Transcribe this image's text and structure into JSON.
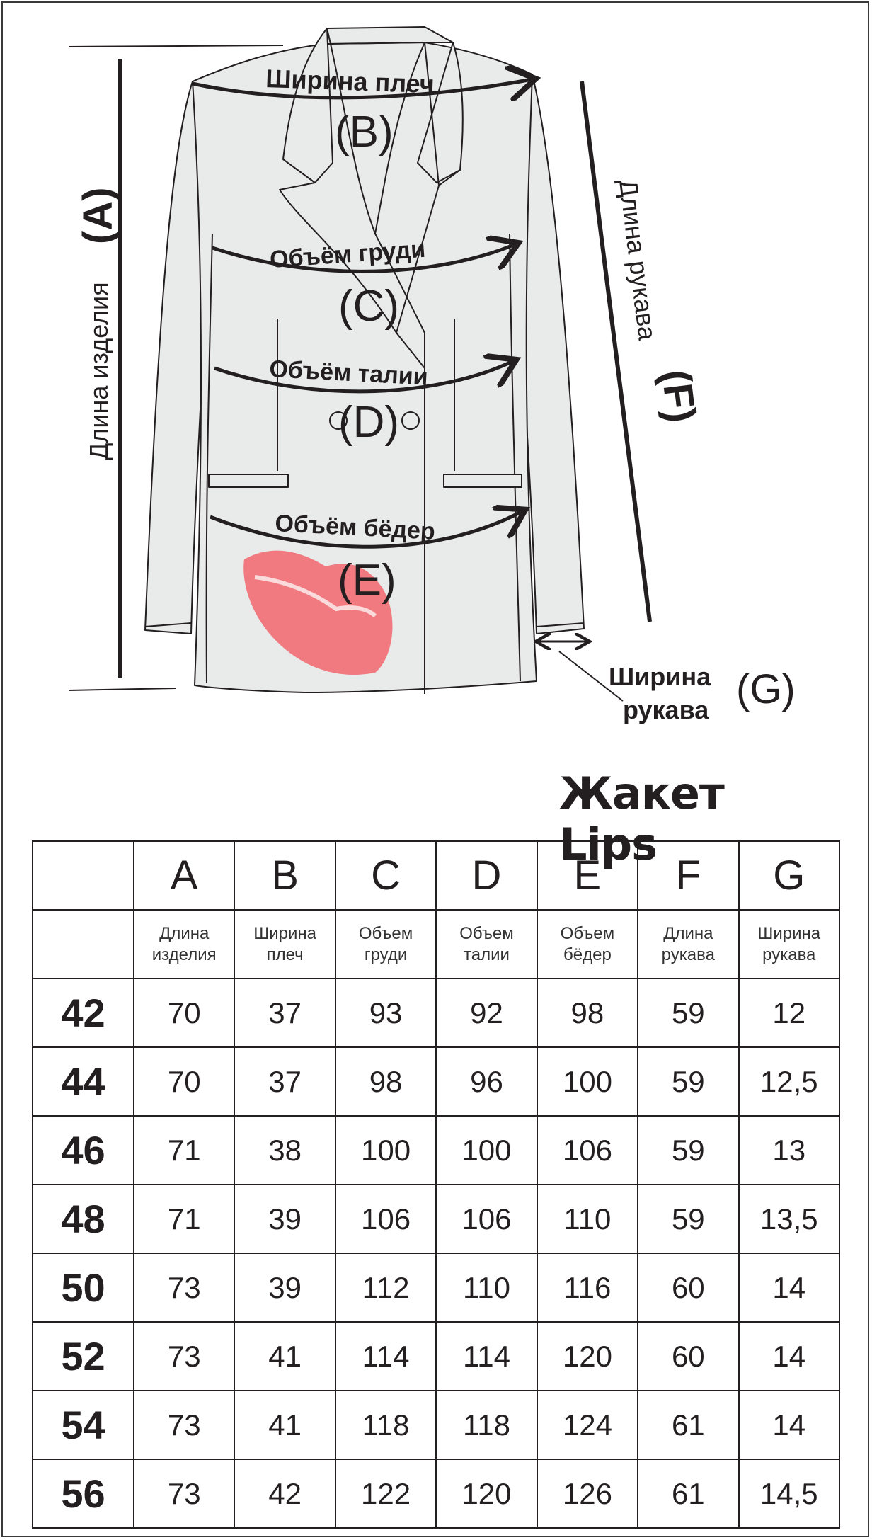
{
  "diagram": {
    "labels": {
      "A_text": "Длина изделия",
      "A_letter": "(A)",
      "B_text": "Ширина плеч",
      "B_letter": "(B)",
      "C_text": "Объём груди",
      "C_letter": "(C)",
      "D_text": "Объём талии",
      "D_letter": "(D)",
      "E_text": "Объём бёдер",
      "E_letter": "(E)",
      "F_text": "Длина рукава",
      "F_letter": "(F)",
      "G_line1": "Ширина",
      "G_line2": "рукава",
      "G_letter": "(G)"
    },
    "colors": {
      "jacket_fill": "#e9eaea",
      "lips": "#f07a7f",
      "stroke": "#231f20"
    },
    "icons": [
      "jacket-sketch",
      "lips-print",
      "measurement-arrow"
    ]
  },
  "product_title": "Жакет Lips",
  "table": {
    "columns": [
      {
        "letter": "A",
        "desc_line1": "Длина",
        "desc_line2": "изделия"
      },
      {
        "letter": "B",
        "desc_line1": "Ширина",
        "desc_line2": "плеч"
      },
      {
        "letter": "C",
        "desc_line1": "Объем",
        "desc_line2": "груди"
      },
      {
        "letter": "D",
        "desc_line1": "Объем",
        "desc_line2": "талии"
      },
      {
        "letter": "E",
        "desc_line1": "Объем",
        "desc_line2": "бёдер"
      },
      {
        "letter": "F",
        "desc_line1": "Длина",
        "desc_line2": "рукава"
      },
      {
        "letter": "G",
        "desc_line1": "Ширина",
        "desc_line2": "рукава"
      }
    ],
    "rows": [
      {
        "size": "42",
        "values": [
          "70",
          "37",
          "93",
          "92",
          "98",
          "59",
          "12"
        ]
      },
      {
        "size": "44",
        "values": [
          "70",
          "37",
          "98",
          "96",
          "100",
          "59",
          "12,5"
        ]
      },
      {
        "size": "46",
        "values": [
          "71",
          "38",
          "100",
          "100",
          "106",
          "59",
          "13"
        ]
      },
      {
        "size": "48",
        "values": [
          "71",
          "39",
          "106",
          "106",
          "110",
          "59",
          "13,5"
        ]
      },
      {
        "size": "50",
        "values": [
          "73",
          "39",
          "112",
          "110",
          "116",
          "60",
          "14"
        ]
      },
      {
        "size": "52",
        "values": [
          "73",
          "41",
          "114",
          "114",
          "120",
          "60",
          "14"
        ]
      },
      {
        "size": "54",
        "values": [
          "73",
          "41",
          "118",
          "118",
          "124",
          "61",
          "14"
        ]
      },
      {
        "size": "56",
        "values": [
          "73",
          "42",
          "122",
          "120",
          "126",
          "61",
          "14,5"
        ]
      }
    ]
  }
}
